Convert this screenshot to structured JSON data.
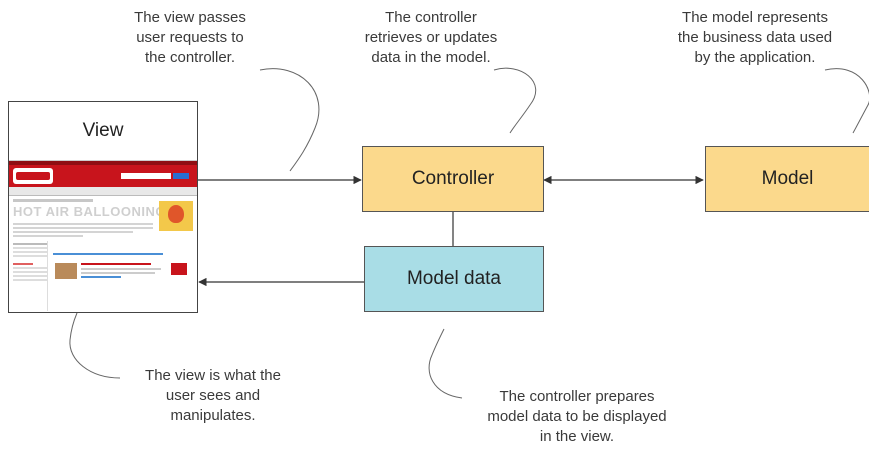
{
  "annotations": {
    "view_passes": [
      "The view passes",
      "user requests to",
      "the controller."
    ],
    "controller_updates": [
      "The controller",
      "retrieves or updates",
      "data in the model."
    ],
    "model_represents": [
      "The model represents",
      "the business data used",
      "by the application."
    ],
    "view_is": [
      "The view is what the",
      "user sees and",
      "manipulates."
    ],
    "controller_prepares": [
      "The controller prepares",
      "model data to be displayed",
      "in the view."
    ]
  },
  "boxes": {
    "view": "View",
    "controller": "Controller",
    "model": "Model",
    "model_data": "Model data"
  },
  "webpage": {
    "heading": "HOT AIR BALLOONING"
  },
  "colors": {
    "controller_fill": "#fbd98c",
    "model_fill": "#fbd98c",
    "model_data_fill": "#a9dde6",
    "site_red": "#c8141c",
    "line": "#333333"
  }
}
